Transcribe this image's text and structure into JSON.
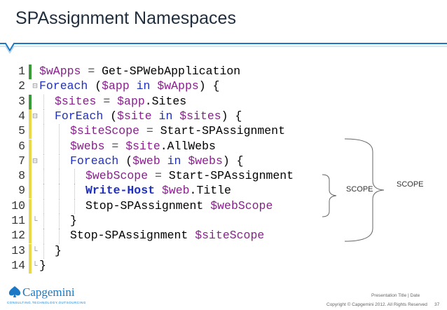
{
  "title": "SPAssignment Namespaces",
  "code_lines": [
    {
      "num": "1",
      "fold": "",
      "marker": "#3a9a3a",
      "indent": 0,
      "tokens": [
        {
          "t": "$wApps",
          "c": "var"
        },
        {
          "t": " = ",
          "c": "op"
        },
        {
          "t": "Get-SPWebApplication",
          "c": "cmd"
        }
      ]
    },
    {
      "num": "2",
      "fold": "⊟",
      "marker": "",
      "indent": 0,
      "tokens": [
        {
          "t": "Foreach",
          "c": "kw"
        },
        {
          "t": " (",
          "c": "plain"
        },
        {
          "t": "$app",
          "c": "var"
        },
        {
          "t": " in ",
          "c": "kw"
        },
        {
          "t": "$wApps",
          "c": "var"
        },
        {
          "t": ") {",
          "c": "plain"
        }
      ]
    },
    {
      "num": "3",
      "fold": "",
      "marker": "#3a9a3a",
      "indent": 1,
      "tokens": [
        {
          "t": "$sites",
          "c": "var"
        },
        {
          "t": " = ",
          "c": "op"
        },
        {
          "t": "$app",
          "c": "var"
        },
        {
          "t": ".Sites",
          "c": "plain"
        }
      ]
    },
    {
      "num": "4",
      "fold": "⊟",
      "marker": "#e8d84a",
      "indent": 1,
      "tokens": [
        {
          "t": "ForEach",
          "c": "kw"
        },
        {
          "t": " (",
          "c": "plain"
        },
        {
          "t": "$site",
          "c": "var"
        },
        {
          "t": " in ",
          "c": "kw"
        },
        {
          "t": "$sites",
          "c": "var"
        },
        {
          "t": ") {",
          "c": "plain"
        }
      ]
    },
    {
      "num": "5",
      "fold": "",
      "marker": "#e8d84a",
      "indent": 2,
      "tokens": [
        {
          "t": "$siteScope",
          "c": "var"
        },
        {
          "t": " = ",
          "c": "op"
        },
        {
          "t": "Start-SPAssignment",
          "c": "cmd"
        }
      ]
    },
    {
      "num": "6",
      "fold": "",
      "marker": "#e8d84a",
      "indent": 2,
      "tokens": [
        {
          "t": "$webs",
          "c": "var"
        },
        {
          "t": " = ",
          "c": "op"
        },
        {
          "t": "$site",
          "c": "var"
        },
        {
          "t": ".AllWebs",
          "c": "plain"
        }
      ]
    },
    {
      "num": "7",
      "fold": "⊟",
      "marker": "#e8d84a",
      "indent": 2,
      "tokens": [
        {
          "t": "Foreach",
          "c": "kw"
        },
        {
          "t": " (",
          "c": "plain"
        },
        {
          "t": "$web",
          "c": "var"
        },
        {
          "t": " in ",
          "c": "kw"
        },
        {
          "t": "$webs",
          "c": "var"
        },
        {
          "t": ") {",
          "c": "plain"
        }
      ]
    },
    {
      "num": "8",
      "fold": "",
      "marker": "#e8d84a",
      "indent": 3,
      "tokens": [
        {
          "t": "$webScope",
          "c": "var"
        },
        {
          "t": " = ",
          "c": "op"
        },
        {
          "t": "Start-SPAssignment",
          "c": "cmd"
        }
      ]
    },
    {
      "num": "9",
      "fold": "",
      "marker": "#e8d84a",
      "indent": 3,
      "tokens": [
        {
          "t": "Write-Host",
          "c": "wh"
        },
        {
          "t": " ",
          "c": "plain"
        },
        {
          "t": "$web",
          "c": "var"
        },
        {
          "t": ".Title",
          "c": "plain"
        }
      ]
    },
    {
      "num": "10",
      "fold": "",
      "marker": "#e8d84a",
      "indent": 3,
      "tokens": [
        {
          "t": "Stop-SPAssignment",
          "c": "cmd"
        },
        {
          "t": " ",
          "c": "plain"
        },
        {
          "t": "$webScope",
          "c": "var"
        }
      ]
    },
    {
      "num": "11",
      "fold": "└",
      "marker": "#e8d84a",
      "indent": 2,
      "tokens": [
        {
          "t": "}",
          "c": "plain"
        }
      ]
    },
    {
      "num": "12",
      "fold": "",
      "marker": "#e8d84a",
      "indent": 2,
      "tokens": [
        {
          "t": "Stop-SPAssignment",
          "c": "cmd"
        },
        {
          "t": " ",
          "c": "plain"
        },
        {
          "t": "$siteScope",
          "c": "var"
        }
      ]
    },
    {
      "num": "13",
      "fold": "└",
      "marker": "#e8d84a",
      "indent": 1,
      "tokens": [
        {
          "t": "}",
          "c": "plain"
        }
      ]
    },
    {
      "num": "14",
      "fold": "└",
      "marker": "#e8d84a",
      "indent": 0,
      "tokens": [
        {
          "t": "}",
          "c": "plain"
        }
      ]
    }
  ],
  "scope_inner": "SCOPE",
  "scope_outer": "SCOPE",
  "footer": {
    "presentation": "Presentation Title | Date",
    "copyright": "Copyright © Capgemini 2012. All Rights Reserved",
    "page": "37",
    "logo_name": "Capgemini",
    "logo_tagline": "CONSULTING.TECHNOLOGY.OUTSOURCING"
  },
  "colors": {
    "title": "#1f2d3d",
    "header_line": "#1b78c4",
    "brand": "#1b78c4"
  }
}
